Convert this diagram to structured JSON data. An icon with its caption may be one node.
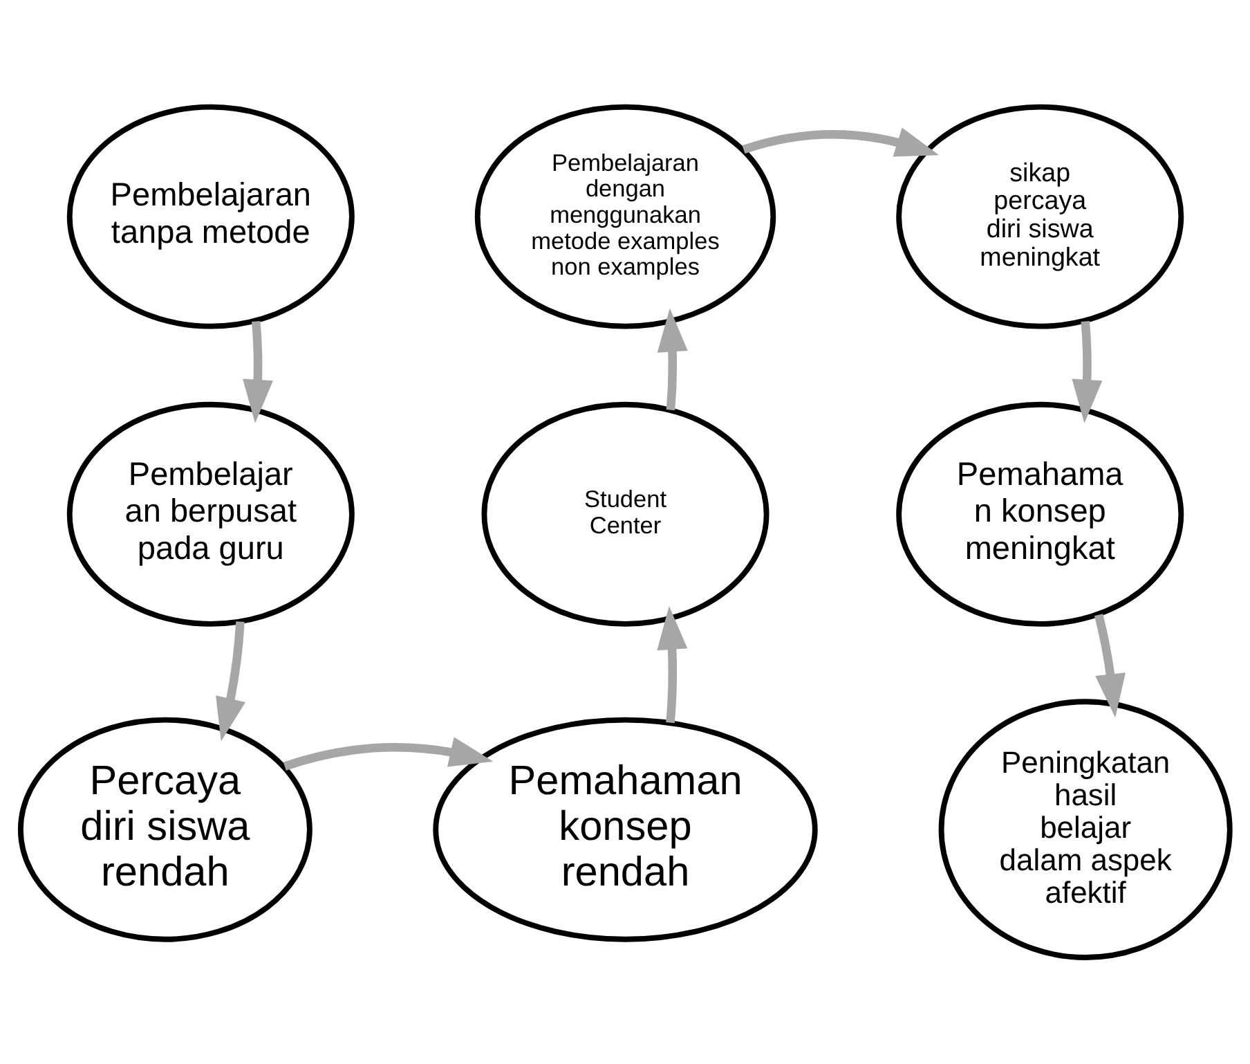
{
  "diagram": {
    "nodes": [
      {
        "text": [
          "Pembelajaran tanpa metode"
        ]
      },
      {
        "text": [
          "Pembelajar an berpusat pada guru"
        ]
      },
      {
        "text": [
          "Percaya diri siswa rendah"
        ]
      },
      {
        "text": [
          "Pemahaman konsep rendah"
        ]
      },
      {
        "text": [
          "Student Center"
        ]
      },
      {
        "text": [
          "Pembelajaran dengan menggunakan metode examples non examples"
        ]
      },
      {
        "text": [
          "sikap percaya diri siswa meningkat"
        ]
      },
      {
        "text": [
          "Pemahama n konsep meningkat"
        ]
      },
      {
        "text": [
          "Peningkatan hasil belajar dalam aspek afektif"
        ]
      }
    ],
    "edges": [
      {
        "from": 0,
        "to": 1,
        "arrow": "to"
      },
      {
        "from": 1,
        "to": 2,
        "arrow": "to"
      },
      {
        "from": 2,
        "to": 3,
        "arrow": "to"
      },
      {
        "from": 3,
        "to": 4,
        "arrow": "to"
      },
      {
        "from": 4,
        "to": 5,
        "arrow": "to"
      },
      {
        "from": 5,
        "to": 6,
        "arrow": "to"
      },
      {
        "from": 6,
        "to": 7,
        "arrow": "to"
      },
      {
        "from": 7,
        "to": 8,
        "arrow": "to"
      }
    ]
  }
}
